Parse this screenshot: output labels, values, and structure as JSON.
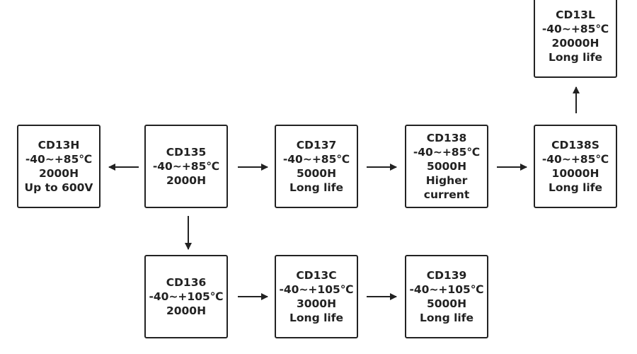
{
  "diagram": {
    "boxes": {
      "cd13l": {
        "name": "CD13L",
        "temp": "-40~+85℃",
        "hours": "20000H",
        "notes": [
          "Long life"
        ]
      },
      "cd13h": {
        "name": "CD13H",
        "temp": "-40~+85℃",
        "hours": "2000H",
        "notes": [
          "Up to 600V"
        ]
      },
      "cd135": {
        "name": "CD135",
        "temp": "-40~+85℃",
        "hours": "2000H",
        "notes": []
      },
      "cd137": {
        "name": "CD137",
        "temp": "-40~+85℃",
        "hours": "5000H",
        "notes": [
          "Long life"
        ]
      },
      "cd138": {
        "name": "CD138",
        "temp": "-40~+85℃",
        "hours": "5000H",
        "notes": [
          "Higher",
          "current"
        ]
      },
      "cd138s": {
        "name": "CD138S",
        "temp": "-40~+85℃",
        "hours": "10000H",
        "notes": [
          "Long life"
        ]
      },
      "cd136": {
        "name": "CD136",
        "temp": "-40~+105℃",
        "hours": "2000H",
        "notes": []
      },
      "cd13c": {
        "name": "CD13C",
        "temp": "-40~+105℃",
        "hours": "3000H",
        "notes": [
          "Long life"
        ]
      },
      "cd139": {
        "name": "CD139",
        "temp": "-40~+105℃",
        "hours": "5000H",
        "notes": [
          "Long life"
        ]
      }
    },
    "connections": [
      {
        "from": "cd135",
        "to": "cd13h"
      },
      {
        "from": "cd135",
        "to": "cd137"
      },
      {
        "from": "cd137",
        "to": "cd138"
      },
      {
        "from": "cd138",
        "to": "cd138s"
      },
      {
        "from": "cd138s",
        "to": "cd13l"
      },
      {
        "from": "cd135",
        "to": "cd136"
      },
      {
        "from": "cd136",
        "to": "cd13c"
      },
      {
        "from": "cd13c",
        "to": "cd139"
      }
    ],
    "colors": {
      "line": "#222222",
      "box_border": "#222222",
      "text": "#222222"
    }
  }
}
